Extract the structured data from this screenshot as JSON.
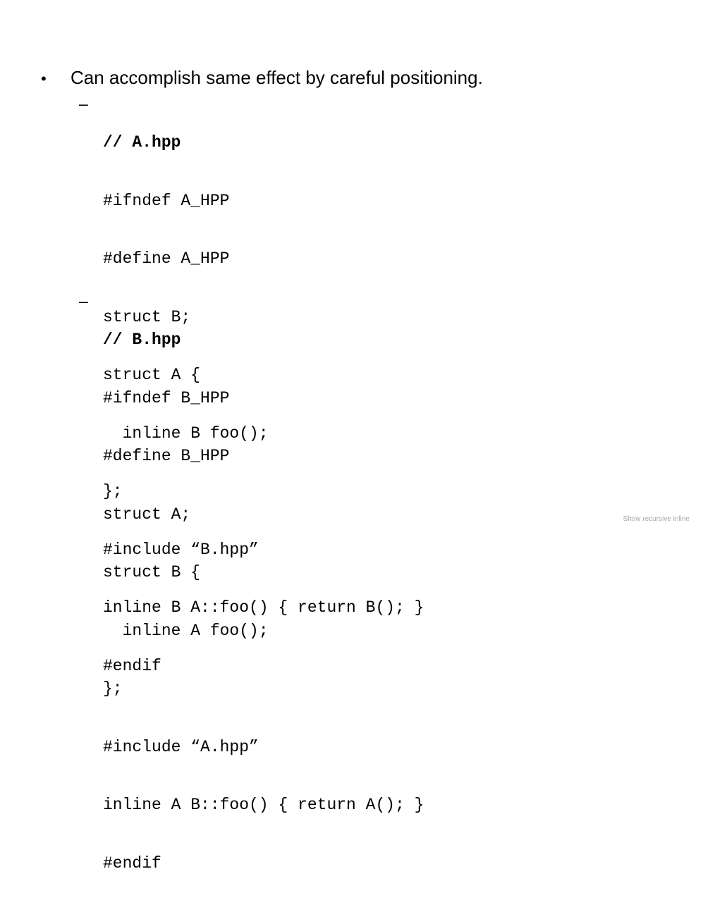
{
  "slide": {
    "bullet_marker": "•",
    "bullet_text": "Can accomplish same effect by careful positioning.",
    "sub_marker": "–",
    "sub_items": [
      {
        "lines": [
          "// A.hpp",
          "#ifndef A_HPP",
          "#define A_HPP",
          "struct B;",
          "struct A {",
          "  inline B foo();",
          "};",
          "#include “B.hpp”",
          "inline B A::foo() { return B(); }",
          "#endif"
        ]
      },
      {
        "lines": [
          "// B.hpp",
          "#ifndef B_HPP",
          "#define B_HPP",
          "struct A;",
          "struct B {",
          "  inline A foo();",
          "};",
          "#include “A.hpp”",
          "inline A B::foo() { return A(); }",
          "#endif"
        ]
      }
    ],
    "footer": "Show recursive inline"
  }
}
